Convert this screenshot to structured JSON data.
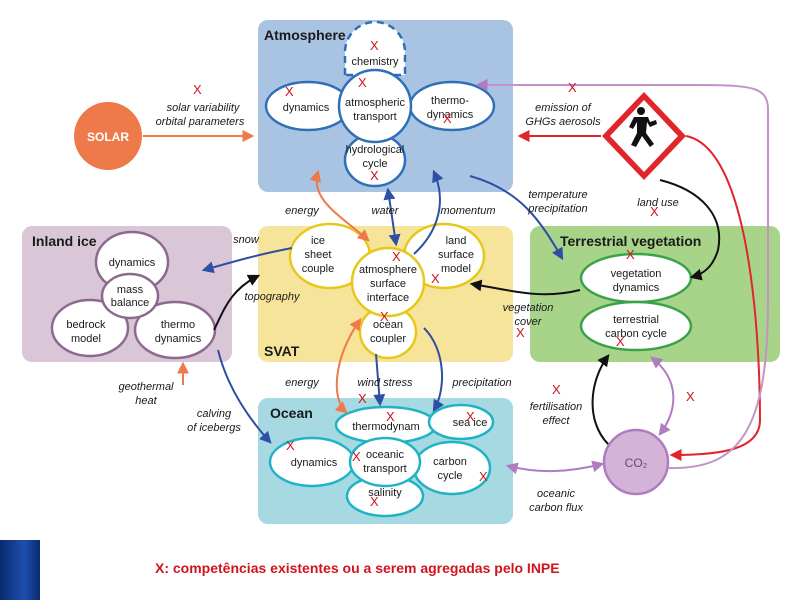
{
  "colors": {
    "atmosphere_bg": "#a9c4e3",
    "svat_bg": "#f7e49b",
    "inland_ice_bg": "#d9c6d7",
    "terrestrial_bg": "#a8d48a",
    "ocean_bg": "#a6d9e2",
    "atmosphere_ring": "#2f6fb5",
    "svat_ring": "#e6c81a",
    "inland_ring": "#8c6a8e",
    "terrestrial_ring": "#3aa34a",
    "ocean_ring": "#20b3c5",
    "solar": "#ee7a4b",
    "co2": "#c592c8",
    "warning": "#e0252b",
    "mark": "#d0141e"
  },
  "boxes": {
    "atmosphere": "Atmosphere",
    "inland_ice": "Inland ice",
    "svat": "SVAT",
    "terrestrial": "Terrestrial vegetation",
    "ocean": "Ocean"
  },
  "atmosphere": {
    "chemistry": "chemistry",
    "dynamics": "dynamics",
    "atmospheric_transport": [
      "atmospheric",
      "transport"
    ],
    "thermo_dynamics": [
      "thermo-",
      "dynamics"
    ],
    "hydrological_cycle": [
      "hydrological",
      "cycle"
    ]
  },
  "svat": {
    "ice_sheet_couple": [
      "ice",
      "sheet",
      "couple"
    ],
    "land_surface_model": [
      "land",
      "surface",
      "model"
    ],
    "atmosphere_surface_interface": [
      "atmosphere",
      "surface",
      "interface"
    ],
    "ocean_coupler": [
      "ocean",
      "coupler"
    ]
  },
  "inland_ice": {
    "dynamics": "dynamics",
    "mass_balance": [
      "mass",
      "balance"
    ],
    "bedrock_model": [
      "bedrock",
      "model"
    ],
    "thermo_dynamics": [
      "thermo",
      "dynamics"
    ]
  },
  "terrestrial": {
    "vegetation_dynamics": [
      "vegetation",
      "dynamics"
    ],
    "terrestrial_carbon_cycle": [
      "terrestrial",
      "carbon cycle"
    ]
  },
  "ocean": {
    "thermodynamics": "thermodynam",
    "sea_ice": "sea ice",
    "dynamics": "dynamics",
    "oceanic_transport": [
      "oceanic",
      "transport"
    ],
    "carbon_cycle": [
      "carbon",
      "cycle"
    ],
    "salinity": "salinity"
  },
  "external": {
    "solar": "SOLAR",
    "co2": "CO₂"
  },
  "flows": {
    "solar_variability": [
      "solar variability",
      "orbital parameters"
    ],
    "emission": [
      "emission of",
      "GHGs aerosols"
    ],
    "land_use": "land use",
    "temperature_precipitation": [
      "temperature",
      "precipitation"
    ],
    "energy_top": "energy",
    "water": "water",
    "momentum": "momentum",
    "snow": "snow",
    "topography": "topography",
    "vegetation_cover": [
      "vegetation",
      "cover"
    ],
    "energy_bottom": "energy",
    "wind_stress": "wind stress",
    "precipitation": "precipitation",
    "geothermal_heat": [
      "geothermal",
      "heat"
    ],
    "calving": [
      "calving",
      "of icebergs"
    ],
    "fertilisation": [
      "fertilisation",
      "effect"
    ],
    "oceanic_carbon_flux": [
      "oceanic",
      "carbon flux"
    ]
  },
  "mark_glyph": "X",
  "legend": "X:  competências existentes ou a serem agregadas pelo INPE"
}
